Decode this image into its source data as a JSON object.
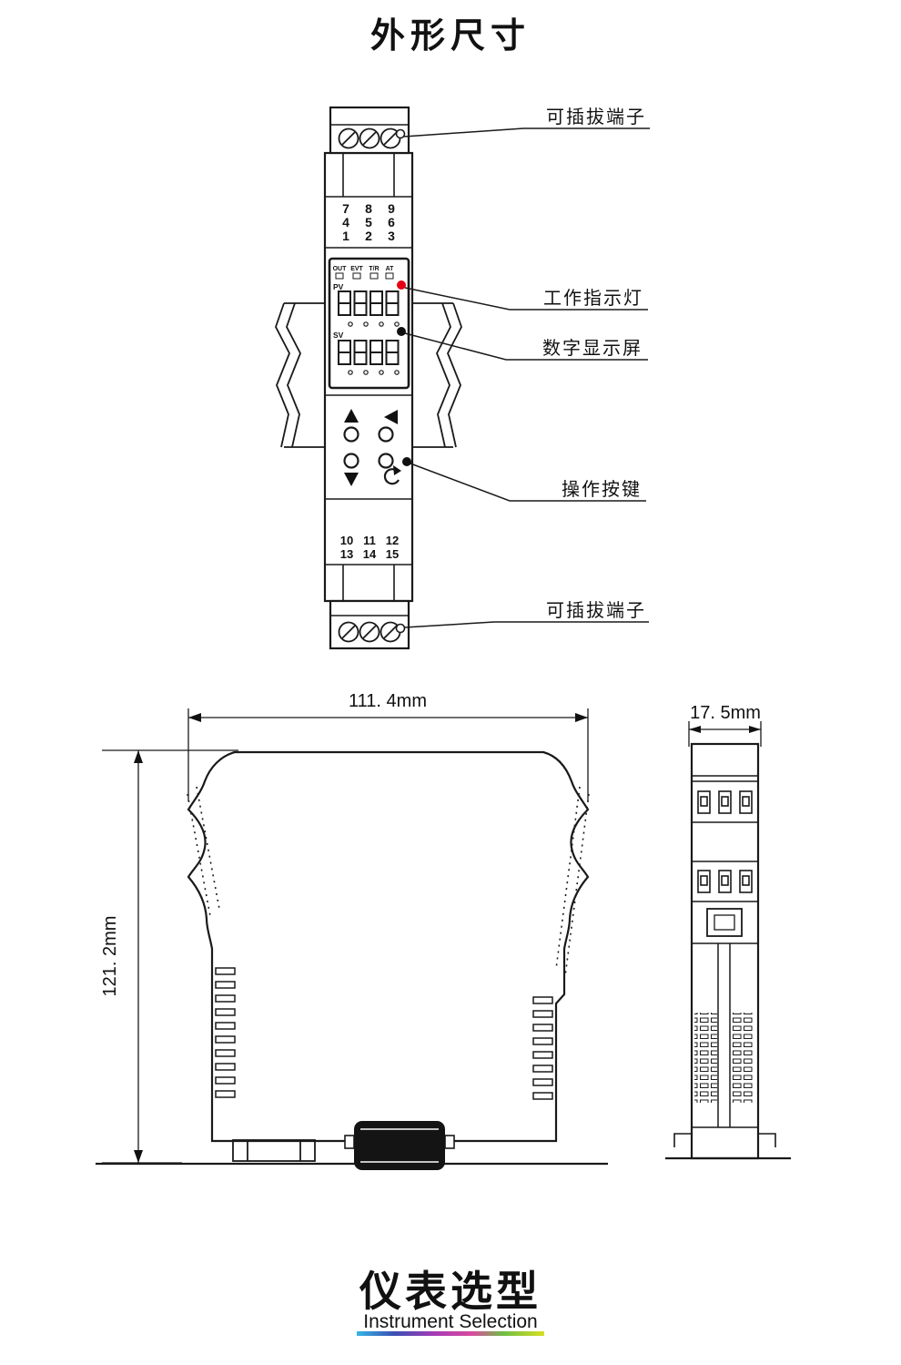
{
  "page_title": "外形尺寸",
  "callouts": {
    "terminal_top": "可插拔端子",
    "indicator_light": "工作指示灯",
    "digital_display": "数字显示屏",
    "operation_keys": "操作按键",
    "terminal_bottom": "可插拔端子"
  },
  "module": {
    "terminal_numbers_top": [
      [
        "7",
        "8",
        "9"
      ],
      [
        "4",
        "5",
        "6"
      ],
      [
        "1",
        "2",
        "3"
      ]
    ],
    "status_labels": [
      "OUT",
      "EVT",
      "T/R",
      "AT"
    ],
    "pv_label": "PV",
    "sv_label": "SV",
    "terminal_numbers_bottom": [
      [
        "10",
        "11",
        "12"
      ],
      [
        "13",
        "14",
        "15"
      ]
    ]
  },
  "dimensions": {
    "width": "111. 4mm",
    "height": "121. 2mm",
    "depth": "17. 5mm"
  },
  "footer": {
    "title": "仪表选型",
    "subtitle": "Instrument Selection"
  },
  "colors": {
    "accent_red": "#e60012",
    "line": "#1a1a1a"
  }
}
